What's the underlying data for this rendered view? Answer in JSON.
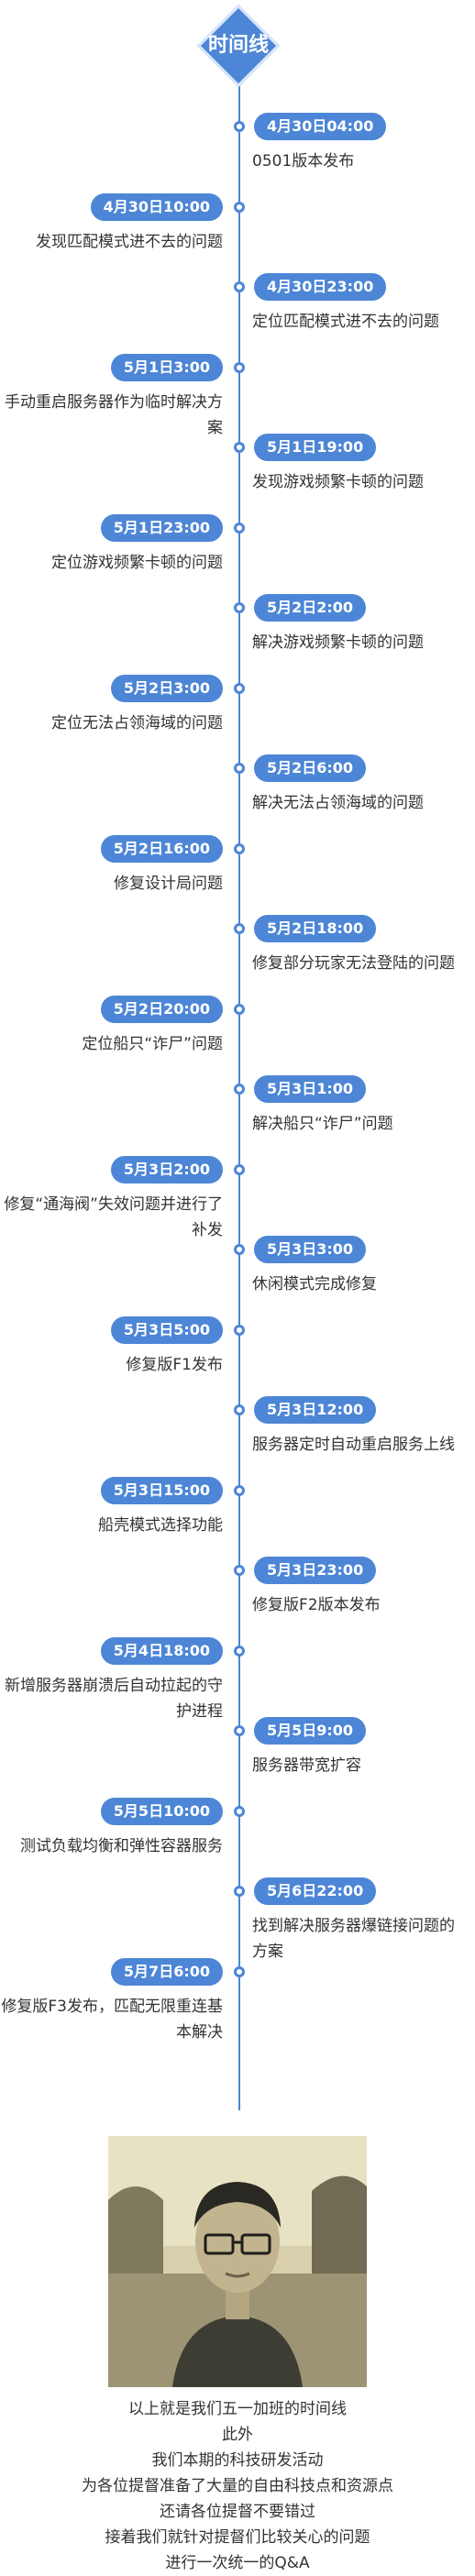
{
  "header": {
    "badge_label": "时间线"
  },
  "timeline": [
    {
      "side": "r",
      "time": "4月30日04:00",
      "desc": "0501版本发布"
    },
    {
      "side": "l",
      "time": "4月30日10:00",
      "desc": "发现匹配模式进不去的问题"
    },
    {
      "side": "r",
      "time": "4月30日23:00",
      "desc": "定位匹配模式进不去的问题"
    },
    {
      "side": "l",
      "time": "5月1日3:00",
      "desc": "手动重启服务器作为临时解决方案"
    },
    {
      "side": "r",
      "time": "5月1日19:00",
      "desc": "发现游戏频繁卡顿的问题"
    },
    {
      "side": "l",
      "time": "5月1日23:00",
      "desc": "定位游戏频繁卡顿的问题"
    },
    {
      "side": "r",
      "time": "5月2日2:00",
      "desc": "解决游戏频繁卡顿的问题"
    },
    {
      "side": "l",
      "time": "5月2日3:00",
      "desc": "定位无法占领海域的问题"
    },
    {
      "side": "r",
      "time": "5月2日6:00",
      "desc": "解决无法占领海域的问题"
    },
    {
      "side": "l",
      "time": "5月2日16:00",
      "desc": "修复设计局问题"
    },
    {
      "side": "r",
      "time": "5月2日18:00",
      "desc": "修复部分玩家无法登陆的问题"
    },
    {
      "side": "l",
      "time": "5月2日20:00",
      "desc": "定位船只“诈尸”问题"
    },
    {
      "side": "r",
      "time": "5月3日1:00",
      "desc": "解决船只“诈尸”问题"
    },
    {
      "side": "l",
      "time": "5月3日2:00",
      "desc": "修复“通海阀”失效问题并进行了补发"
    },
    {
      "side": "r",
      "time": "5月3日3:00",
      "desc": "休闲模式完成修复"
    },
    {
      "side": "l",
      "time": "5月3日5:00",
      "desc": "修复版F1发布"
    },
    {
      "side": "r",
      "time": "5月3日12:00",
      "desc": "服务器定时自动重启服务上线"
    },
    {
      "side": "l",
      "time": "5月3日15:00",
      "desc": "船壳模式选择功能"
    },
    {
      "side": "r",
      "time": "5月3日23:00",
      "desc": "修复版F2版本发布"
    },
    {
      "side": "l",
      "time": "5月4日18:00",
      "desc": "新增服务器崩溃后自动拉起的守护进程"
    },
    {
      "side": "r",
      "time": "5月5日9:00",
      "desc": "服务器带宽扩容"
    },
    {
      "side": "l",
      "time": "5月5日10:00",
      "desc": "测试负载均衡和弹性容器服务"
    },
    {
      "side": "r",
      "time": "5月6日22:00",
      "desc": "找到解决服务器爆链接问题的方案"
    },
    {
      "side": "l",
      "time": "5月7日6:00",
      "desc": "修复版F3发布，匹配无限重连基本解决"
    }
  ],
  "footer": {
    "lines": [
      "以上就是我们五一加班的时间线",
      "此外",
      "我们本期的科技研发活动",
      "为各位提督准备了大量的自由科技点和资源点",
      "还请各位提督不要错过",
      "接着我们就针对提督们比较关心的问题",
      "进行一次统一的Q&A"
    ]
  }
}
